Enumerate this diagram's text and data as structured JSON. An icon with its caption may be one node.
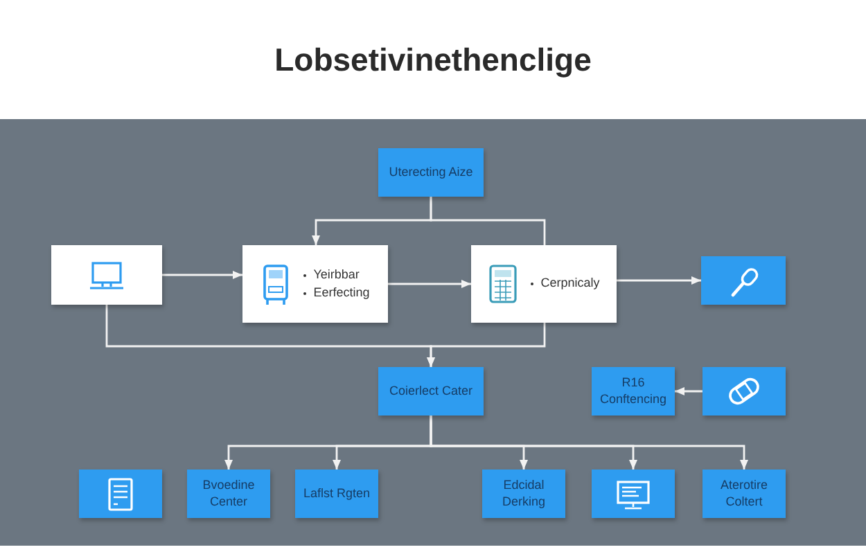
{
  "diagram": {
    "title": "Lobsetivinethenclige",
    "nodes": [
      {
        "text": [
          "Uterecting Aize"
        ]
      },
      {
        "text": [],
        "shape": "box"
      },
      {
        "text": [
          "Yeirbbar",
          "Eerfecting"
        ]
      },
      {
        "text": [
          "Cerpnicaly"
        ]
      },
      {
        "text": [],
        "shape": "box"
      },
      {
        "text": [
          "Coierlect Cater"
        ]
      },
      {
        "text": [
          "R16 Conftencing"
        ]
      },
      {
        "text": [],
        "shape": "box"
      },
      {
        "text": [],
        "shape": "box"
      },
      {
        "text": [
          "Bvoedine Center"
        ]
      },
      {
        "text": [
          "Laflst Rgten"
        ]
      },
      {
        "text": [
          "Edcidal Derking"
        ]
      },
      {
        "text": [],
        "shape": "box"
      },
      {
        "text": [
          "Aterotire Coltert"
        ]
      }
    ],
    "edges": [
      {
        "from": 1,
        "to": 2,
        "arrow": "to"
      },
      {
        "from": 2,
        "to": 3,
        "arrow": "to"
      },
      {
        "from": 3,
        "to": 4,
        "arrow": "to"
      },
      {
        "from": 0,
        "to": 2,
        "arrow": "to"
      },
      {
        "from": 0,
        "to": 3,
        "arrow": "none"
      },
      {
        "from": 1,
        "to": 5,
        "arrow": "to"
      },
      {
        "from": 3,
        "to": 5,
        "arrow": "to"
      },
      {
        "from": 7,
        "to": 6,
        "arrow": "to"
      },
      {
        "from": 5,
        "to": 9,
        "arrow": "to"
      },
      {
        "from": 5,
        "to": 10,
        "arrow": "to"
      },
      {
        "from": 5,
        "to": 11,
        "arrow": "to"
      },
      {
        "from": 5,
        "to": 12,
        "arrow": "to"
      },
      {
        "from": 5,
        "to": 13,
        "arrow": "to"
      }
    ]
  }
}
